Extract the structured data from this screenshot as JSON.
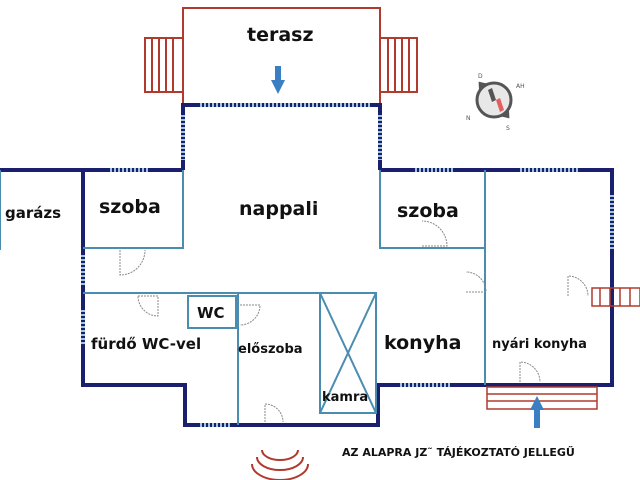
{
  "rooms": {
    "terasz": "terasz",
    "nappali": "nappali",
    "szoba_left": "szoba",
    "szoba_right": "szoba",
    "garazs": "garázs",
    "wc": "WC",
    "furdo": "fürdő WC-vel",
    "eloszoba": "előszoba",
    "konyha": "konyha",
    "kamra": "kamra",
    "nyari_konyha": "nyári konyha"
  },
  "note": "AZ ALAPRA JZ˜ TÁJÉKOZTATÓ JELLEGŰ",
  "compass": {
    "labels": [
      "D",
      "AH",
      "N",
      "S"
    ]
  },
  "colors": {
    "wall": "#1a1f6e",
    "inner_wall": "#4a8db0",
    "terrace": "#b03a2e",
    "arrow": "#3a7fc4"
  }
}
